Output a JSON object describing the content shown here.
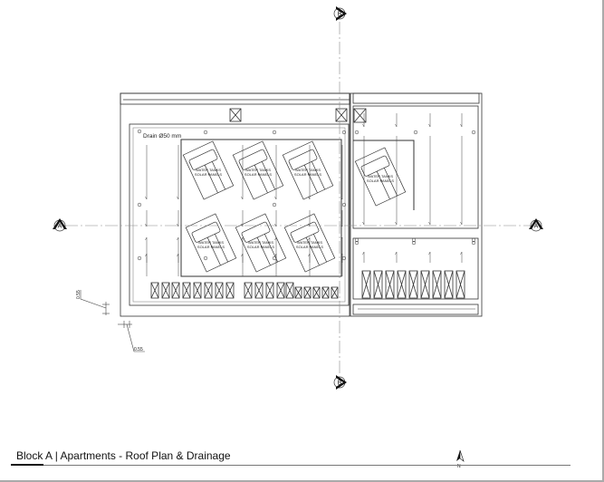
{
  "drawing": {
    "title": "Block A | Apartments - Roof Plan & Drainage",
    "drain_label": "Drain Ø50 mm",
    "tank_label_line1": "WATER TANKS",
    "tank_label_line2": "SOLAR PANELS",
    "section_a_label": "A",
    "section_b_label": "B",
    "dimension_vertical": "0.55",
    "dimension_horizontal": "0.55",
    "north_label": "N"
  },
  "colors": {
    "line": "#333333",
    "light_line": "#888888",
    "background": "#ffffff"
  }
}
